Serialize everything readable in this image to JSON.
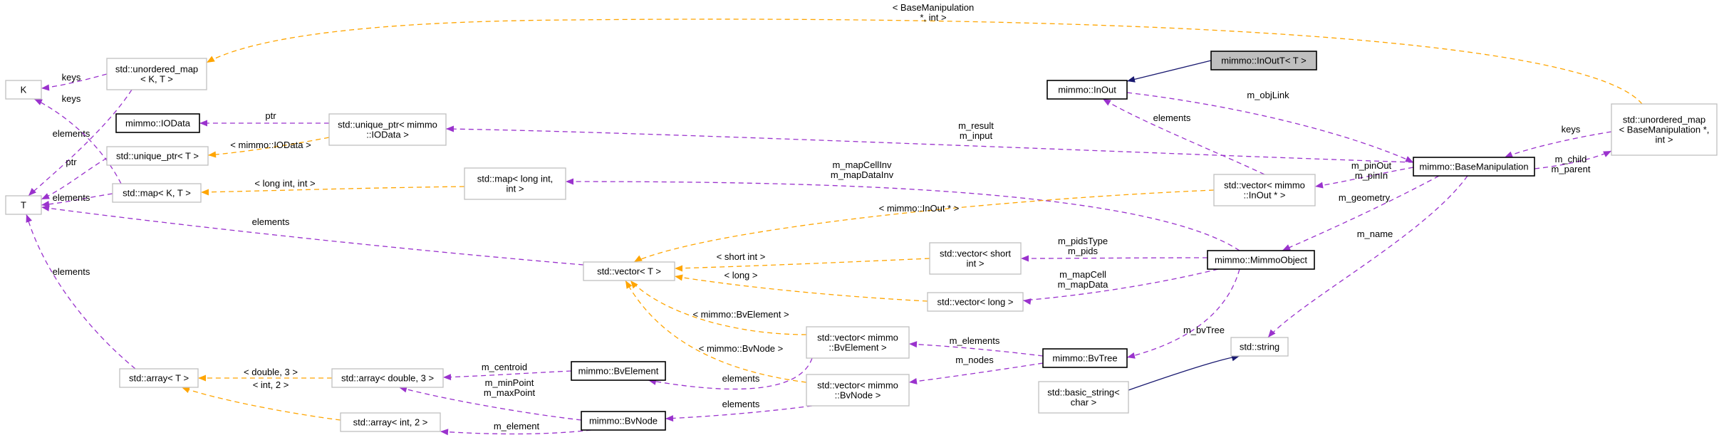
{
  "colors": {
    "member": "#9a32cd",
    "template": "#ffa500",
    "inheritance": "#191970",
    "node_border": "#bfbfbf",
    "highlight_fill": "#bfbfbf"
  },
  "nodes": {
    "inoutt": [
      "mimmo::InOutT< T >"
    ],
    "inout": [
      "mimmo::InOut"
    ],
    "basemanip": [
      "mimmo::BaseManipulation"
    ],
    "umap_bm": [
      "std::unordered_map",
      "< BaseManipulation *,",
      "int >"
    ],
    "vec_inout": [
      "std::vector< mimmo",
      "::InOut * >"
    ],
    "mimmoobject": [
      "mimmo::MimmoObject"
    ],
    "string": [
      "std::string"
    ],
    "basic_string": [
      "std::basic_string<",
      "char >"
    ],
    "bvtree": [
      "mimmo::BvTree"
    ],
    "vec_short": [
      "std::vector< short",
      "int >"
    ],
    "vec_long": [
      "std::vector< long >"
    ],
    "vec_bvelement": [
      "std::vector< mimmo",
      "::BvElement >"
    ],
    "vec_bvnode": [
      "std::vector< mimmo",
      "::BvNode >"
    ],
    "vector_t": [
      "std::vector< T >"
    ],
    "map_longint": [
      "std::map< long int,",
      "int >"
    ],
    "uptr_iodata": [
      "std::unique_ptr< mimmo",
      "::IOData >"
    ],
    "iodata": [
      "mimmo::IOData"
    ],
    "umap_kt": [
      "std::unordered_map",
      "< K, T >"
    ],
    "k": [
      "K"
    ],
    "t": [
      "T"
    ],
    "uptr_t": [
      "std::unique_ptr< T >"
    ],
    "map_kt": [
      "std::map< K, T >"
    ],
    "array_t": [
      "std::array< T >"
    ],
    "array_d3": [
      "std::array< double, 3 >"
    ],
    "array_i2": [
      "std::array< int, 2 >"
    ],
    "bvelement": [
      "mimmo::BvElement"
    ],
    "bvnode": [
      "mimmo::BvNode"
    ]
  },
  "edges": {
    "inoutt_inout": [],
    "inout_basemanip": [
      "m_objLink"
    ],
    "vecinout_inout": [
      "elements"
    ],
    "umapbm_basemanip": [
      "keys"
    ],
    "basemanip_umapbm": [
      "m_child",
      "m_parent"
    ],
    "basemanip_vecinout": [
      "m_pinOut",
      "m_pinIn"
    ],
    "basemanip_mimmoobject": [
      "m_geometry"
    ],
    "basemanip_string": [
      "m_name"
    ],
    "basicstring_string": [],
    "basemanip_uptriodata": [
      "m_result",
      "m_input"
    ],
    "mimmoobject_maplongint": [
      "m_mapCellInv",
      "m_mapDataInv"
    ],
    "mimmoobject_vecshort": [
      "m_pidsType",
      "m_pids"
    ],
    "mimmoobject_veclong": [
      "m_mapCell",
      "m_mapData"
    ],
    "mimmoobject_bvtree": [
      "m_bvTree"
    ],
    "bvtree_vecbvelement": [
      "m_elements"
    ],
    "bvtree_vecbvnode": [
      "m_nodes"
    ],
    "vecbvelement_bvelement": [
      "elements"
    ],
    "vecbvnode_bvnode": [
      "elements"
    ],
    "bvelement_arrayd3": [
      "m_centroid"
    ],
    "bvnode_arrayd3": [
      "m_minPoint",
      "m_maxPoint"
    ],
    "bvnode_arrayi2": [
      "m_element"
    ],
    "vecinout_vectort": [
      "< mimmo::InOut * >"
    ],
    "vecshort_vectort": [
      "< short int >"
    ],
    "veclong_vectort": [
      "< long >"
    ],
    "vecbvelement_vectort": [
      "< mimmo::BvElement >"
    ],
    "vecbvnode_vectort": [
      "< mimmo::BvNode >"
    ],
    "vectort_t": [
      "elements"
    ],
    "maplongint_mapkt": [
      "< long int, int >"
    ],
    "uptriodata_iodata": [
      "ptr"
    ],
    "uptriodata_uptrt": [
      "< mimmo::IOData >"
    ],
    "umapbm_umapkt": [
      "< BaseManipulation",
      "*, int >"
    ],
    "umapkt_k": [
      "keys"
    ],
    "umapkt_t": [
      "elements"
    ],
    "mapkt_k": [
      "keys"
    ],
    "mapkt_t": [
      "elements"
    ],
    "uptrt_t": [
      "ptr"
    ],
    "arrayt_t": [
      "elements"
    ],
    "arrayd3_arrayt": [
      "< double, 3 >"
    ],
    "arrayi2_arrayt": [
      "< int, 2 >"
    ]
  }
}
